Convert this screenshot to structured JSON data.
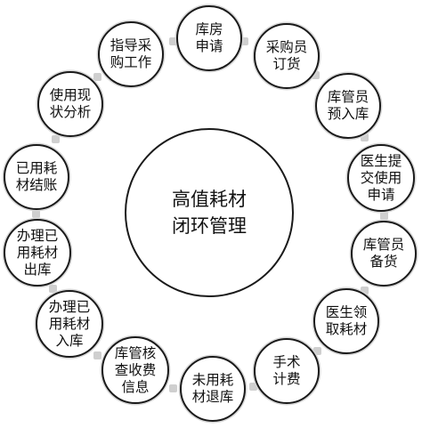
{
  "center_label": "高值耗材\n闭环管理",
  "steps": [
    "库房\n申请",
    "采购员\n订货",
    "库管员\n预入库",
    "医生提\n交使用\n申请",
    "库管员\n备货",
    "医生领\n取耗材",
    "手术\n计费",
    "未用耗\n材退库",
    "库管核\n查收费\n信息",
    "办理已\n用耗材\n入库",
    "办理已\n用耗材\n出库",
    "已用耗\n材结账",
    "使用现\n状分析",
    "指导采\n购工作"
  ]
}
